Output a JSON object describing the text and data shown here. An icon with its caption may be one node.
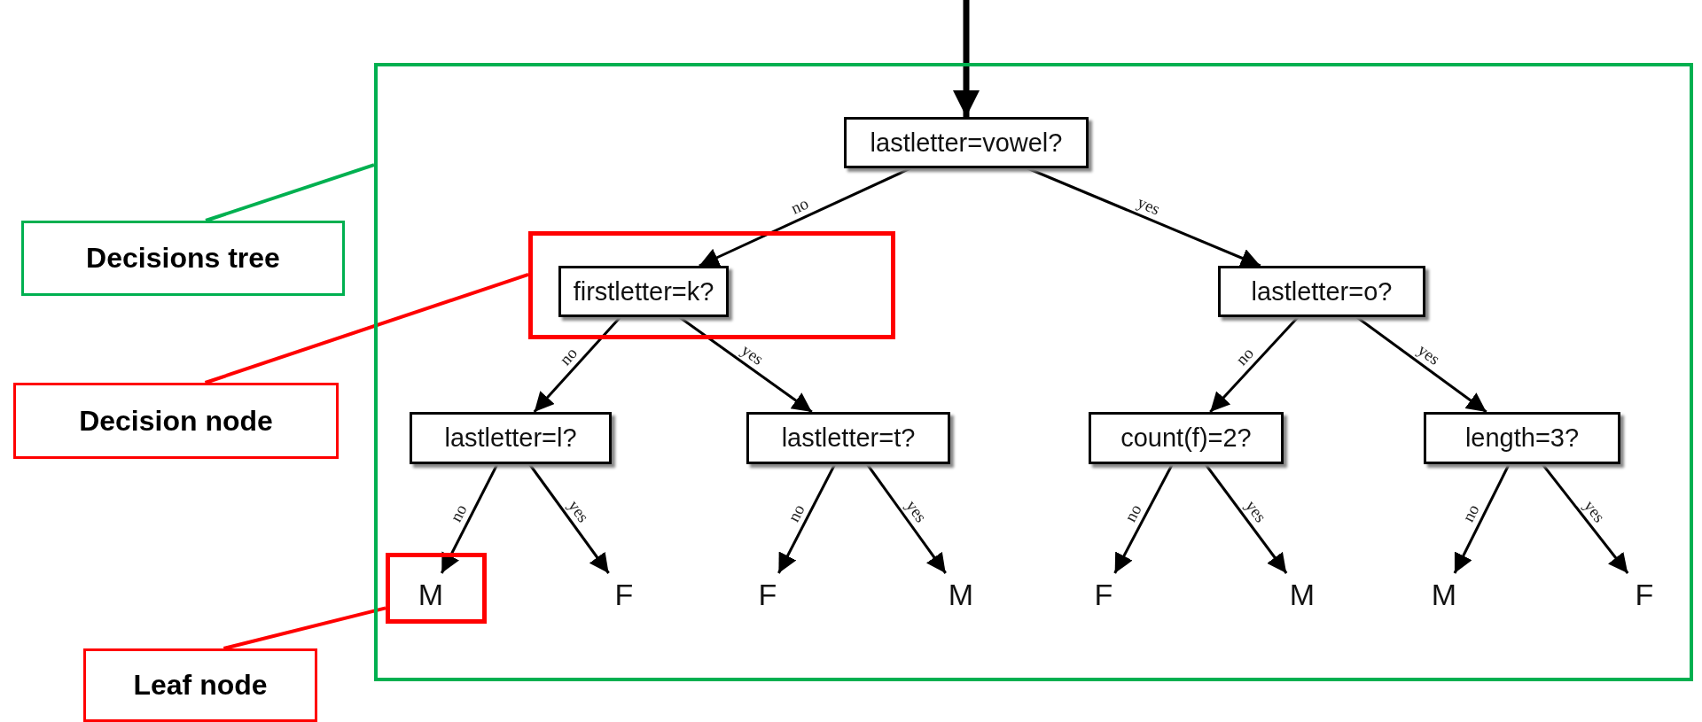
{
  "diagram": {
    "nodes": [
      {
        "text": [],
        "shape": "box"
      },
      {
        "text": [
          "lastletter=vowel?"
        ],
        "in": 0
      },
      {
        "text": [],
        "shape": "box",
        "in": 0
      },
      {
        "text": [
          "firstletter=k?"
        ],
        "in": 2
      },
      {
        "text": [
          "lastletter=o?"
        ],
        "in": 0
      },
      {
        "text": [
          "lastletter=l?"
        ],
        "in": 0
      },
      {
        "text": [
          "lastletter=t?"
        ],
        "in": 0
      },
      {
        "text": [
          "count(f)=2?"
        ],
        "in": 0
      },
      {
        "text": [
          "length=3?"
        ],
        "in": 0
      },
      {
        "text": [],
        "shape": "box",
        "in": 0
      },
      {
        "text": [
          "M"
        ],
        "in": 9
      },
      {
        "text": [
          "F"
        ],
        "in": 0
      },
      {
        "text": [
          "F"
        ],
        "in": 0
      },
      {
        "text": [
          "M"
        ],
        "in": 0
      },
      {
        "text": [
          "F"
        ],
        "in": 0
      },
      {
        "text": [
          "M"
        ],
        "in": 0
      },
      {
        "text": [
          "M"
        ],
        "in": 0
      },
      {
        "text": [
          "F"
        ],
        "in": 0
      },
      {
        "text": [
          "Decisions tree"
        ]
      },
      {
        "text": [
          "Decision node"
        ]
      },
      {
        "text": [
          "Leaf node"
        ]
      }
    ],
    "edges": [
      {
        "from": null,
        "to": 1,
        "arrow": "to",
        "style": "thick"
      },
      {
        "from": 1,
        "to": 3,
        "arrow": "to",
        "label": "no"
      },
      {
        "from": 1,
        "to": 4,
        "arrow": "to",
        "label": "yes"
      },
      {
        "from": 3,
        "to": 5,
        "arrow": "to",
        "label": "no"
      },
      {
        "from": 3,
        "to": 6,
        "arrow": "to",
        "label": "yes"
      },
      {
        "from": 4,
        "to": 7,
        "arrow": "to",
        "label": "no"
      },
      {
        "from": 4,
        "to": 8,
        "arrow": "to",
        "label": "yes"
      },
      {
        "from": 5,
        "to": 10,
        "arrow": "to",
        "label": "no"
      },
      {
        "from": 5,
        "to": 11,
        "arrow": "to",
        "label": "yes"
      },
      {
        "from": 6,
        "to": 12,
        "arrow": "to",
        "label": "no"
      },
      {
        "from": 6,
        "to": 13,
        "arrow": "to",
        "label": "yes"
      },
      {
        "from": 7,
        "to": 14,
        "arrow": "to",
        "label": "no"
      },
      {
        "from": 7,
        "to": 15,
        "arrow": "to",
        "label": "yes"
      },
      {
        "from": 8,
        "to": 16,
        "arrow": "to",
        "label": "no"
      },
      {
        "from": 8,
        "to": 17,
        "arrow": "to",
        "label": "yes"
      },
      {
        "from": 18,
        "to": 0,
        "arrow": "none",
        "color": "#00b050"
      },
      {
        "from": 19,
        "to": 2,
        "arrow": "none",
        "color": "#ff0000"
      },
      {
        "from": 20,
        "to": 9,
        "arrow": "none",
        "color": "#ff0000"
      }
    ]
  }
}
